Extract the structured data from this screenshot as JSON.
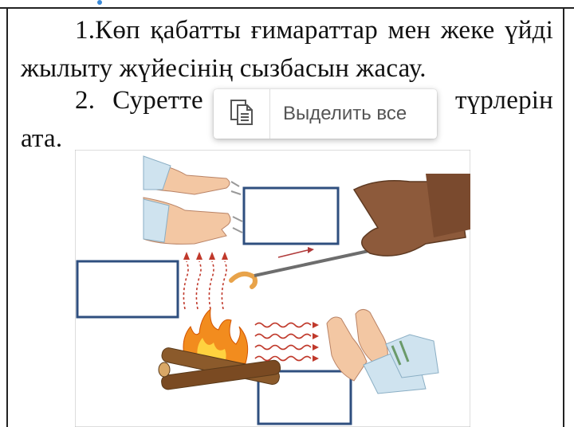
{
  "document": {
    "paragraph_1": "1.Көп қабатты ғимараттар мен жеке үйді жылыту жүйесінің сызбасын жасау.",
    "paragraph_2_before": "2.  Суретте",
    "paragraph_2_after": "түрлерін ата."
  },
  "context_menu": {
    "copy_icon": "copy-icon",
    "select_all_label": "Выделить все"
  }
}
